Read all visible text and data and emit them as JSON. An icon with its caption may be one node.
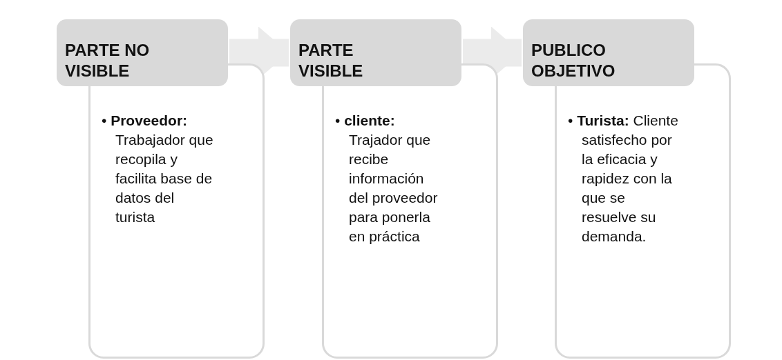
{
  "diagram": {
    "nodes": [
      {
        "text": [
          "PARTE NO VISIBLE"
        ]
      },
      {
        "text": [
          "• **Proveedor:** Trabajador que recopila y facilita base de datos del turista"
        ]
      },
      {
        "text": [
          "PARTE VISIBLE"
        ]
      },
      {
        "text": [
          "• **cliente:** Trajador que recibe información del proveedor para ponerla en práctica"
        ]
      },
      {
        "text": [
          "PUBLICO OBJETIVO"
        ]
      },
      {
        "text": [
          "• **Turista:** Cliente satisfecho por la eficacia y rapidez con la que se resuelve su demanda."
        ]
      }
    ],
    "edges": [
      {
        "from": 0,
        "to": 2,
        "arrow": "to"
      },
      {
        "from": 2,
        "to": 4,
        "arrow": "to"
      }
    ]
  }
}
